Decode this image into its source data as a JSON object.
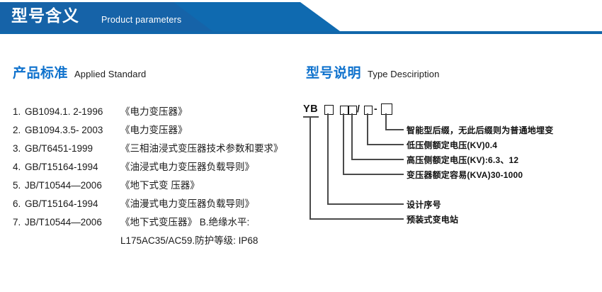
{
  "banner": {
    "title_cn": "型号含义",
    "title_en": "Product parameters",
    "dark_blue": "#1663a8",
    "mid_blue": "#0f6ab0",
    "rule_blue": "#1167ab"
  },
  "standards_section": {
    "heading_cn": "产品标准",
    "heading_en": "Applied Standard",
    "heading_color": "#0f72cd",
    "items": [
      {
        "num": "1.",
        "code": "GB1094.1. 2-1996",
        "name": "《电力变压器》"
      },
      {
        "num": "2.",
        "code": "GB1094.3.5- 2003",
        "name": "《电力变压器》"
      },
      {
        "num": "3.",
        "code": "GB/T6451-1999",
        "name": "《三相油浸式变压器技术参数和要求》"
      },
      {
        "num": "4.",
        "code": "GB/T15164-1994",
        "name": "《油浸式电力变压器负载导则》"
      },
      {
        "num": "5.",
        "code": "JB/T10544—2006",
        "name": "《地下式变 压器》"
      },
      {
        "num": "6.",
        "code": "GB/T15164-1994",
        "name": "《油漫式电力变压器负载导则》"
      },
      {
        "num": "7.",
        "code": "JB/T10544—2006",
        "name": "《地下式变压器》 B.绝缘水平:"
      }
    ],
    "continuation": "L175AC35/AC59.防护等级: IP68"
  },
  "type_section": {
    "heading_cn": "型号说明",
    "heading_en": "Type Desciription",
    "heading_color": "#0f72cd",
    "model_prefix": "YB",
    "separator_slash": "/",
    "separator_dash": "-",
    "labels": [
      "智能型后缀，无此后缀则为普通地埋变",
      "低压侧额定电压(KV)0.4",
      "高压侧额定电压(KV):6.3、12",
      "变压器额定容易(KVA)30-1000",
      "设计序号",
      "预装式变电站"
    ]
  }
}
